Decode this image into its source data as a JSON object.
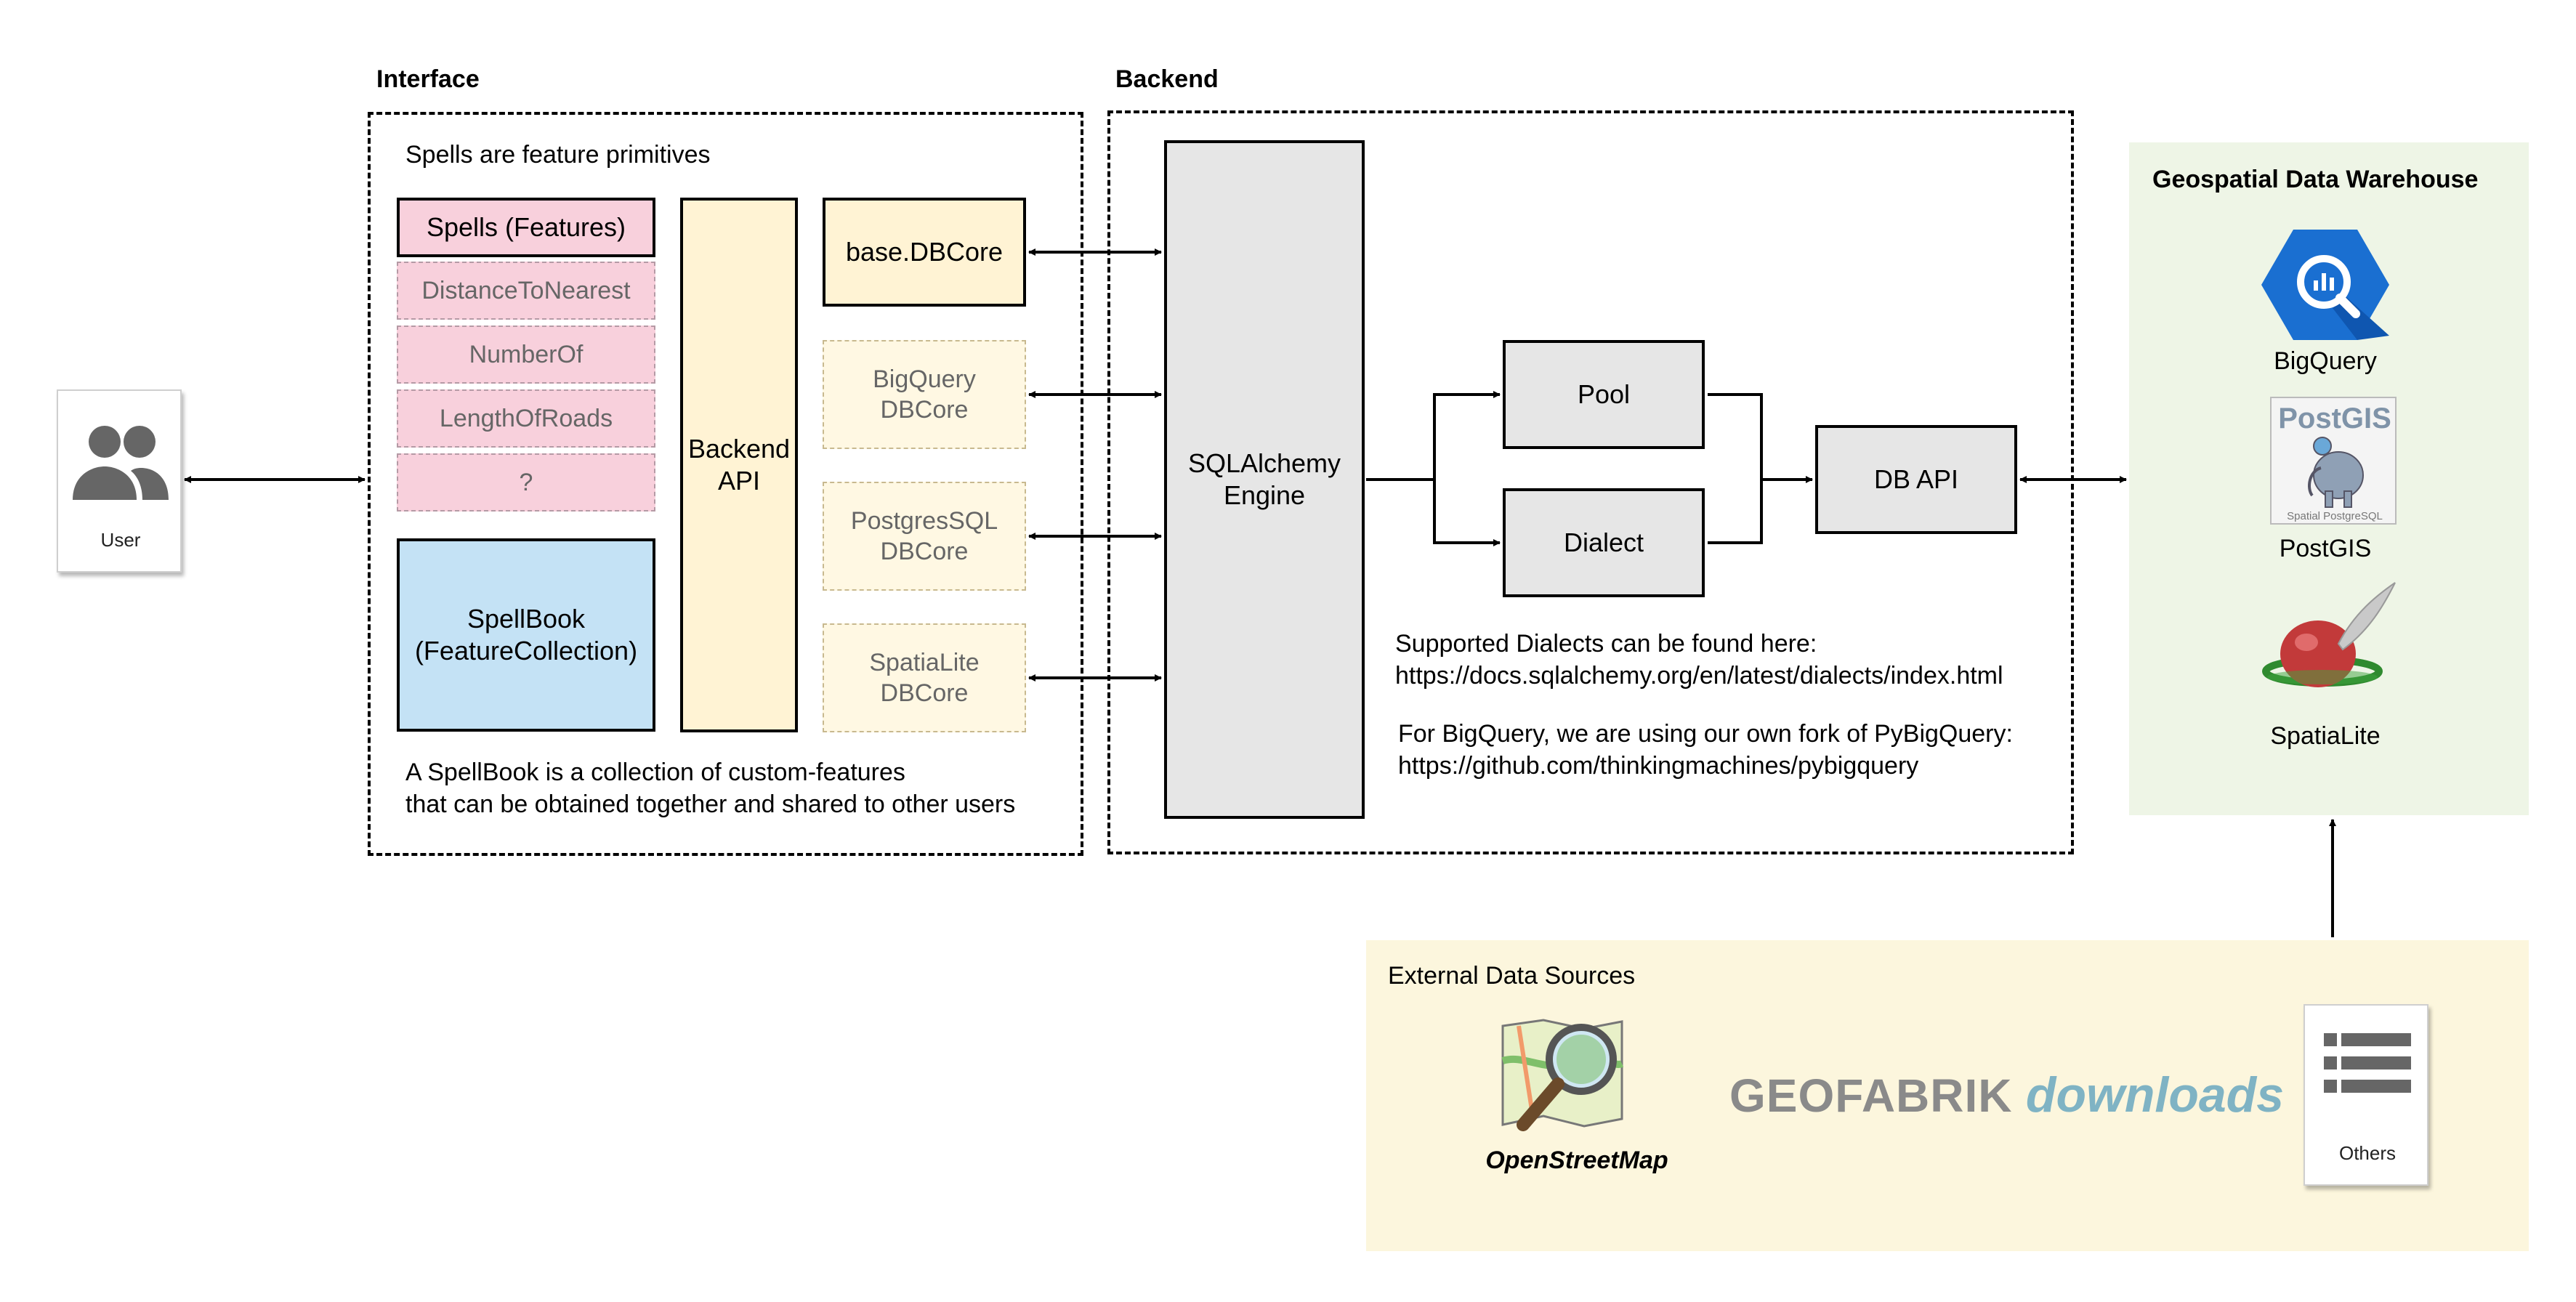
{
  "interface": {
    "title": "Interface",
    "caption_top": "Spells are feature primitives",
    "spells_header": "Spells (Features)",
    "spells": [
      "DistanceToNearest",
      "NumberOf",
      "LengthOfRoads",
      "?"
    ],
    "spellbook": [
      "SpellBook",
      "(FeatureCollection)"
    ],
    "backend_api": [
      "Backend",
      "API"
    ],
    "dbcore_base": "base.DBCore",
    "dbcores": [
      [
        "BigQuery",
        "DBCore"
      ],
      [
        "PostgresSQL",
        "DBCore"
      ],
      [
        "SpatiaLite",
        "DBCore"
      ]
    ],
    "caption_bottom": [
      "A SpellBook is a collection of custom-features",
      "that can be obtained together and shared to other users"
    ]
  },
  "user": {
    "label": "User"
  },
  "backend": {
    "title": "Backend",
    "engine": [
      "SQLAlchemy",
      "Engine"
    ],
    "pool": "Pool",
    "dialect": "Dialect",
    "db_api": "DB API",
    "note_dialects": [
      "Supported Dialects can be found here:",
      "https://docs.sqlalchemy.org/en/latest/dialects/index.html"
    ],
    "note_bigquery": [
      "For BigQuery, we are using our own fork of PyBigQuery:",
      "https://github.com/thinkingmachines/pybigquery"
    ]
  },
  "warehouse": {
    "title": "Geospatial Data Warehouse",
    "items": [
      "BigQuery",
      "PostGIS",
      "SpatiaLite"
    ],
    "postgis_logo_text": "PostGIS",
    "postgis_logo_subtext": "Spatial PostgreSQL"
  },
  "external": {
    "title": "External Data Sources",
    "osm_label": "OpenStreetMap",
    "geofabrik_word": "GEOFABRIK",
    "geofabrik_downloads": "downloads",
    "others_label": "Others"
  },
  "colors": {
    "pink": "#f8d0dc",
    "cream": "#fff3d4",
    "grey_box": "#e6e6e6",
    "blue": "#c4e2f5",
    "warehouse_bg": "#eef5e6",
    "external_bg": "#fcf6dd",
    "bigquery_blue": "#1a6fd1",
    "geofabrik_teal": "#7fb3c4"
  }
}
